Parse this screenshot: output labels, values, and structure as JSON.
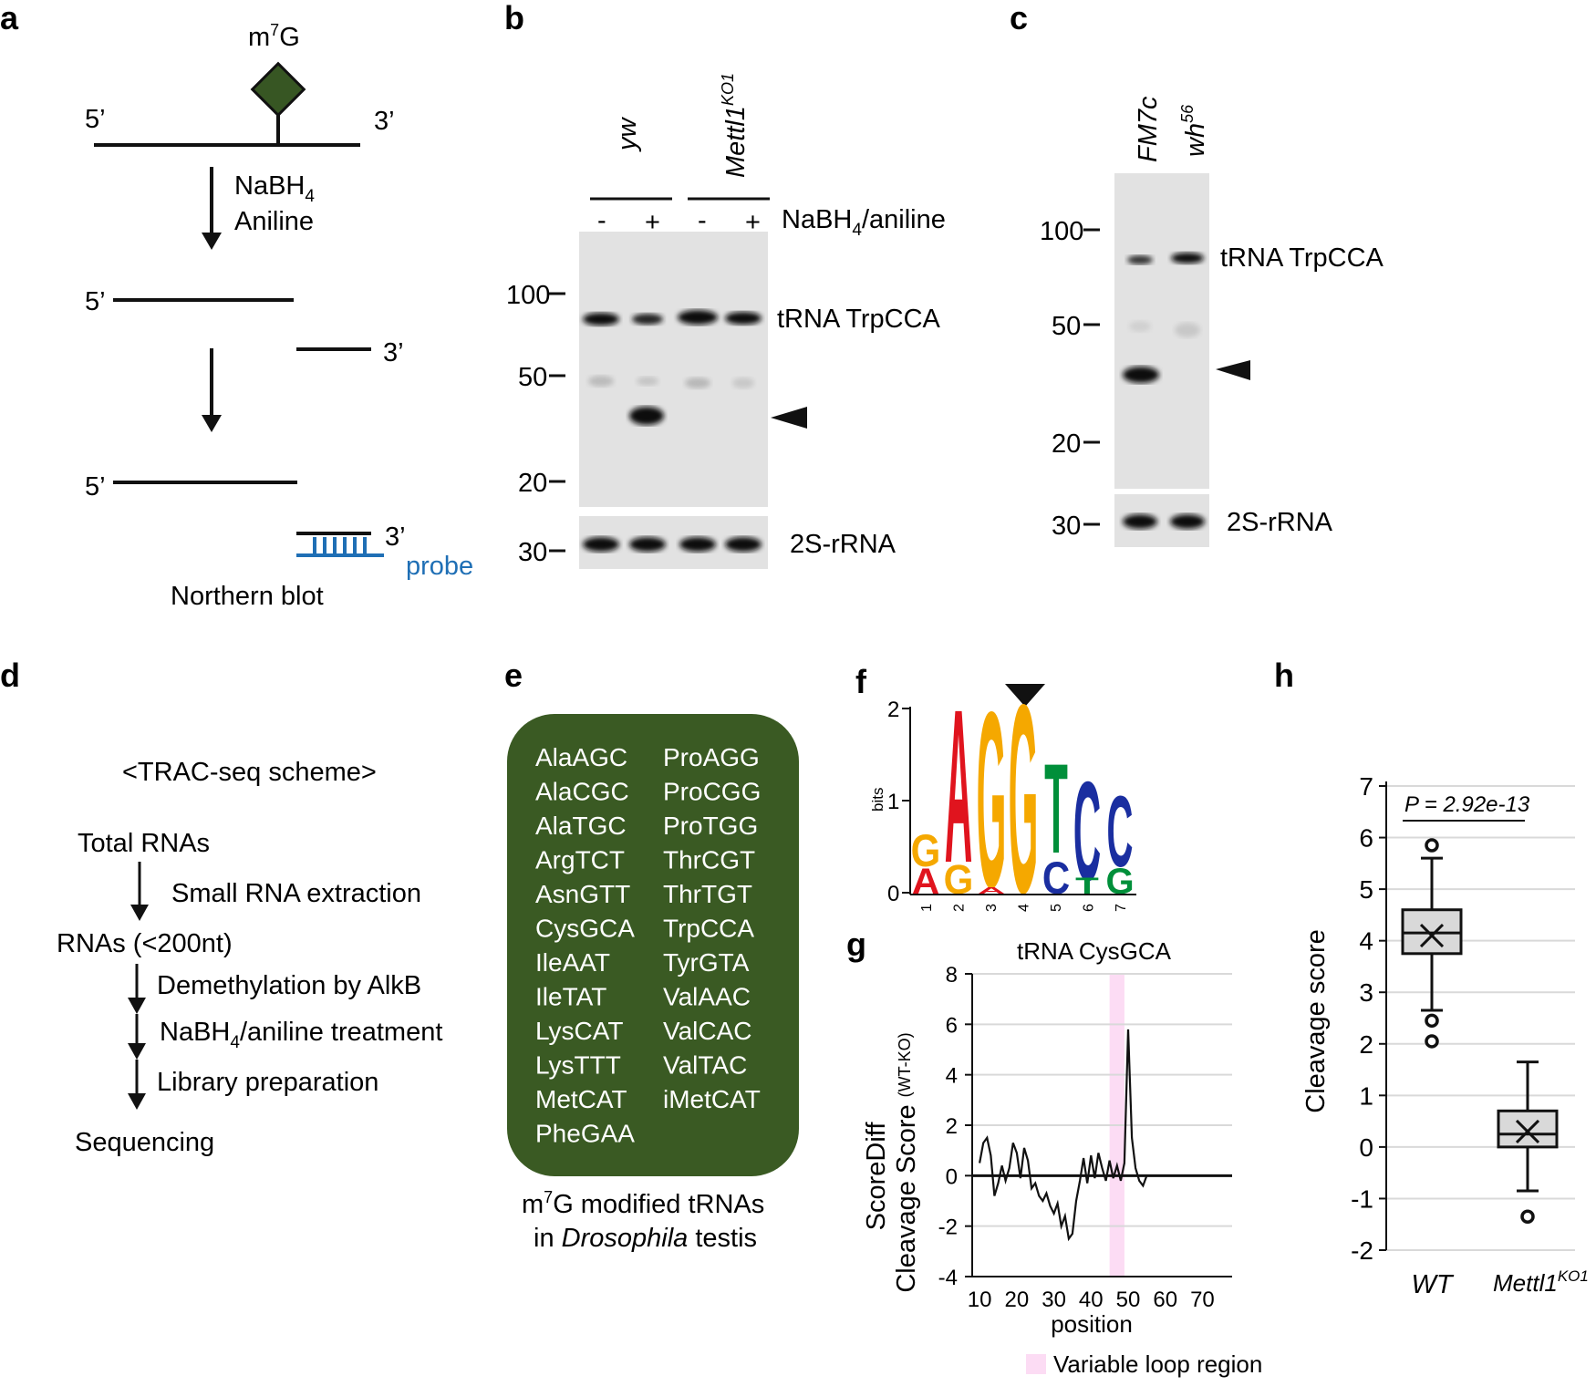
{
  "panels": {
    "a": {
      "label": "a",
      "mod_base": "m",
      "mod_sup": "7",
      "mod_rest": "G",
      "five": "5’",
      "three": "3’",
      "reagent1": "NaBH",
      "reagent1_sub": "4",
      "reagent2": "Aniline",
      "method": "Northern blot",
      "probe": "probe"
    },
    "b": {
      "label": "b",
      "lane_group1": "yw",
      "lane_group2": "Mettl1",
      "lane_group2_sup": "KO1",
      "treat_minus": "-",
      "treat_plus": "+",
      "treatment": "NaBH",
      "treatment_sub": "4",
      "treatment_rest": "/aniline",
      "markers": [
        "100",
        "50",
        "20"
      ],
      "marker_bottom": "30",
      "band_main": "tRNA TrpCCA",
      "band_control": "2S-rRNA"
    },
    "c": {
      "label": "c",
      "lane1": "FM7c",
      "lane2": "wh",
      "lane2_sup": "56",
      "markers": [
        "100",
        "50",
        "20"
      ],
      "marker_bottom": "30",
      "band_main": "tRNA TrpCCA",
      "band_control": "2S-rRNA"
    },
    "d": {
      "label": "d",
      "title": "<TRAC-seq scheme>",
      "steps": [
        "Total RNAs",
        "RNAs (<200nt)",
        "Sequencing"
      ],
      "actions": [
        "Small RNA extraction",
        "Demethylation by AlkB",
        "NaBH",
        "Library preparation"
      ],
      "action3_sub": "4",
      "action3_rest": "/aniline treatment"
    },
    "e": {
      "label": "e",
      "trnas_col1": [
        "AlaAGC",
        "AlaCGC",
        "AlaTGC",
        "ArgTCT",
        "AsnGTT",
        "CysGCA",
        "IleAAT",
        "IleTAT",
        "LysCAT",
        "LysTTT",
        "MetCAT",
        "PheGAA"
      ],
      "trnas_col2": [
        "ProAGG",
        "ProCGG",
        "ProTGG",
        "ThrCGT",
        "ThrTGT",
        "TrpCCA",
        "TyrGTA",
        "ValAAC",
        "ValCAC",
        "ValTAC",
        "iMetCAT"
      ],
      "caption_l1_a": "m",
      "caption_l1_sup": "7",
      "caption_l1_b": "G modified tRNAs",
      "caption_l2_a": "in ",
      "caption_l2_i": "Drosophila",
      "caption_l2_b": " testis"
    },
    "f": {
      "label": "f",
      "ylabel": "bits",
      "yticks": [
        "0",
        "1",
        "2"
      ],
      "positions": [
        "1",
        "2",
        "3",
        "4",
        "5",
        "6",
        "7"
      ]
    },
    "h": {
      "label": "h",
      "ylabel": "Cleavage score",
      "pvalue": "P = 2.92e-13",
      "group1": "WT",
      "group2": "Mettl1",
      "group2_sup": "KO1"
    }
  },
  "chart_data": [
    {
      "type": "line",
      "panel": "g",
      "label": "g",
      "title": "tRNA CysGCA",
      "xlabel": "position",
      "ylabel_line1": "ScoreDiff",
      "ylabel_line2": "Cleavage Score",
      "ylabel_sub": "(WT-KO)",
      "xticks": [
        10,
        20,
        30,
        40,
        50,
        60,
        70
      ],
      "yticks": [
        8,
        6,
        4,
        2,
        0,
        -2,
        -4
      ],
      "xlim": [
        8,
        78
      ],
      "ylim": [
        -4,
        8
      ],
      "highlight": {
        "x_start": 45,
        "x_end": 49,
        "label": "Variable loop region",
        "color": "#fcdcf4"
      },
      "x": [
        10,
        11,
        12,
        13,
        14,
        15,
        16,
        17,
        18,
        19,
        20,
        21,
        22,
        23,
        24,
        25,
        26,
        27,
        28,
        29,
        30,
        31,
        32,
        33,
        34,
        35,
        36,
        37,
        38,
        39,
        40,
        41,
        42,
        43,
        44,
        45,
        46,
        47,
        48,
        49,
        50,
        51,
        52,
        53,
        54,
        55,
        56,
        57,
        58,
        59,
        60,
        61,
        62,
        63,
        64,
        65,
        66,
        67,
        68,
        69,
        70,
        71,
        72,
        73,
        74,
        75,
        76,
        77
      ],
      "y": [
        0.5,
        1.3,
        1.5,
        0.8,
        -0.8,
        -0.3,
        0.4,
        -0.2,
        0.3,
        1.3,
        0.9,
        -0.1,
        1.1,
        0.6,
        -0.5,
        -0.3,
        -0.8,
        -1.0,
        -0.7,
        -1.2,
        -1.5,
        -1.1,
        -2.0,
        -1.6,
        -2.5,
        -2.3,
        -1.0,
        -0.2,
        0.7,
        -0.3,
        0.8,
        -0.1,
        0.9,
        0.3,
        -0.2,
        0.6,
        -0.1,
        0.4,
        -0.2,
        0.5,
        5.8,
        1.5,
        0.3,
        -0.2,
        -0.4,
        0,
        0,
        0,
        0,
        0,
        0,
        0,
        0,
        0,
        0,
        0,
        0,
        0,
        0,
        0,
        0,
        0,
        0,
        0,
        0,
        0,
        0,
        0
      ]
    },
    {
      "type": "box",
      "panel": "h",
      "ylim": [
        -2,
        7
      ],
      "yticks": [
        7,
        6,
        5,
        4,
        3,
        2,
        1,
        0,
        -1,
        -2
      ],
      "groups": [
        {
          "name": "WT",
          "whisker_low": 2.65,
          "q1": 3.75,
          "median": 4.15,
          "q3": 4.6,
          "whisker_high": 5.6,
          "mean": 4.1,
          "outliers": [
            5.85,
            2.45,
            2.05
          ]
        },
        {
          "name": "Mettl1 KO1",
          "whisker_low": -0.85,
          "q1": 0.0,
          "median": 0.25,
          "q3": 0.7,
          "whisker_high": 1.65,
          "mean": 0.3,
          "outliers": [
            -1.35
          ]
        }
      ]
    }
  ],
  "colors": {
    "probe": "#1f6fb5",
    "diamond": "#375623",
    "panel_e_bg": "#3a5a23",
    "logo_A": "#e0141e",
    "logo_G": "#f5a800",
    "logo_T": "#008f3a",
    "logo_C": "#1a2ea0",
    "box_fill": "#d9d9d9",
    "grid": "#d9d9d9"
  }
}
